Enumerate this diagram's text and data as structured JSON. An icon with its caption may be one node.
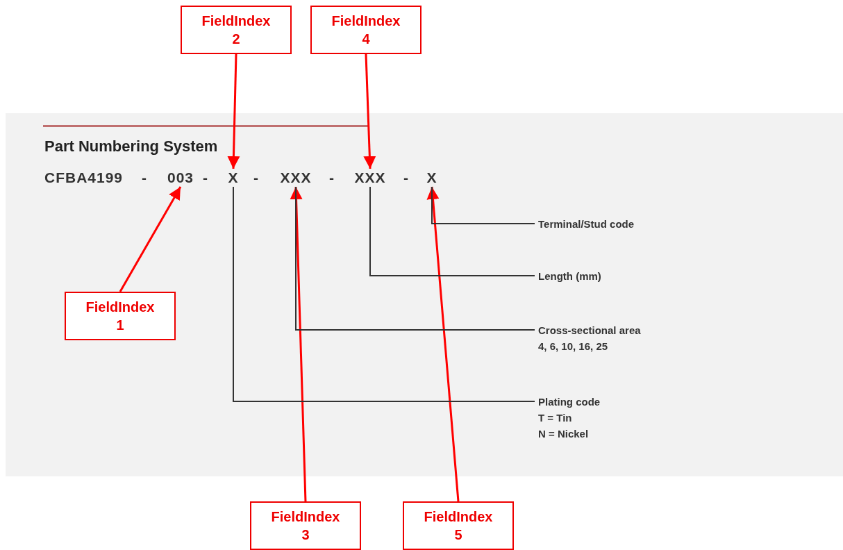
{
  "diagram": {
    "title": "Part Numbering System",
    "nodes": [
      {
        "text": [
          "FieldIndex 2"
        ]
      },
      {
        "text": [
          "FieldIndex 4"
        ]
      },
      {
        "text": [
          "003"
        ]
      },
      {
        "text": [
          "X"
        ]
      },
      {
        "text": [
          "XXX"
        ]
      },
      {
        "text": [
          "XXX"
        ]
      },
      {
        "text": [
          "X"
        ]
      },
      {
        "text": [
          "Terminal/Stud code"
        ]
      },
      {
        "text": [
          "Length (mm)"
        ]
      },
      {
        "text": [
          "Cross-sectional area",
          "4, 6, 10, 16, 25"
        ]
      },
      {
        "text": [
          "Plating code",
          "T = Tin",
          "N = Nickel"
        ]
      },
      {
        "text": [
          "FieldIndex 1"
        ]
      },
      {
        "text": [
          "FieldIndex 3"
        ]
      },
      {
        "text": [
          "FieldIndex 5"
        ]
      }
    ],
    "edges": [
      {
        "from": 11,
        "to": 2,
        "arrow": "to"
      },
      {
        "from": 0,
        "to": 3,
        "arrow": "to"
      },
      {
        "from": 12,
        "to": 4,
        "arrow": "to"
      },
      {
        "from": 1,
        "to": 5,
        "arrow": "to"
      },
      {
        "from": 13,
        "to": 6,
        "arrow": "to"
      },
      {
        "from": 3,
        "to": 10,
        "arrow": "none",
        "color": "#333333"
      },
      {
        "from": 4,
        "to": 9,
        "arrow": "none",
        "color": "#333333"
      },
      {
        "from": 5,
        "to": 8,
        "arrow": "none",
        "color": "#333333"
      },
      {
        "from": 6,
        "to": 7,
        "arrow": "none",
        "color": "#333333"
      }
    ],
    "labels": [
      "CFBA4199",
      "-",
      "-",
      "-",
      "-",
      "-"
    ]
  }
}
